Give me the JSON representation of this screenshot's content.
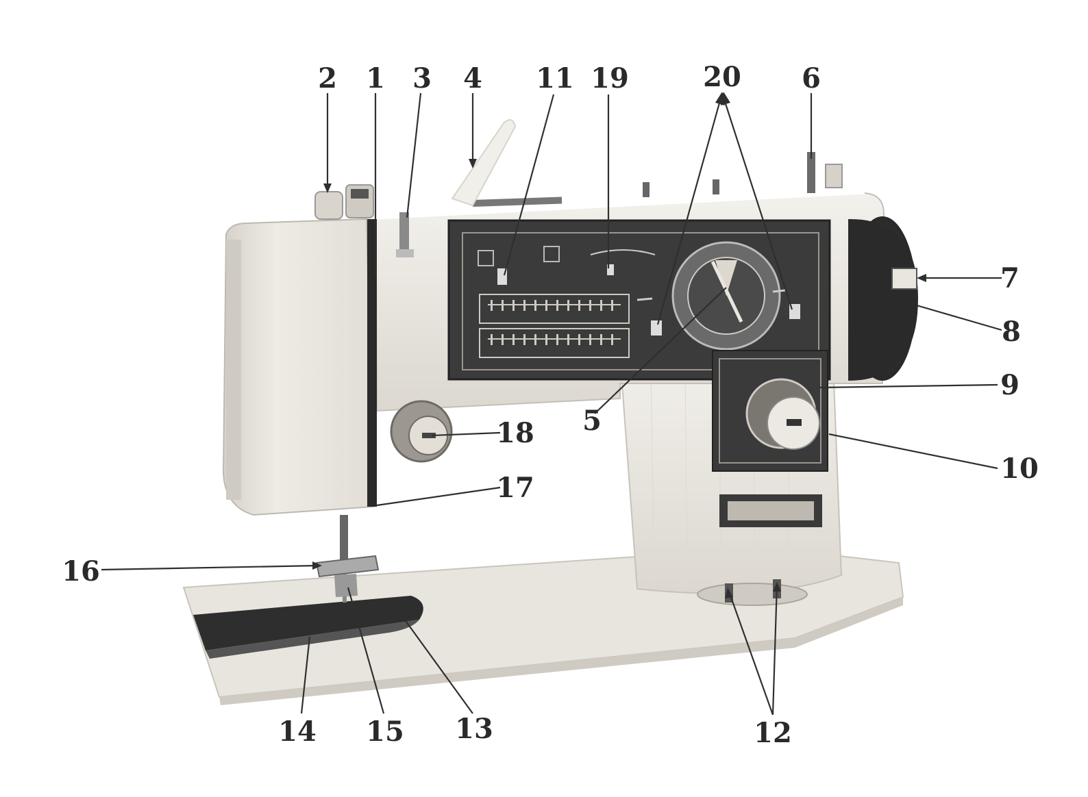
{
  "figure": {
    "subject": "sewing-machine",
    "callouts": [
      "1",
      "2",
      "3",
      "4",
      "5",
      "6",
      "7",
      "8",
      "9",
      "10",
      "11",
      "12",
      "13",
      "14",
      "15",
      "16",
      "17",
      "18",
      "19",
      "20"
    ]
  },
  "colors": {
    "ink": "#2a2a2a",
    "machine_body": "#eeebe4",
    "machine_shadow": "#d8d4cc",
    "panel": "#3d3d3d",
    "handwheel": "#2b2b2b",
    "bed": "#e9e6df"
  }
}
